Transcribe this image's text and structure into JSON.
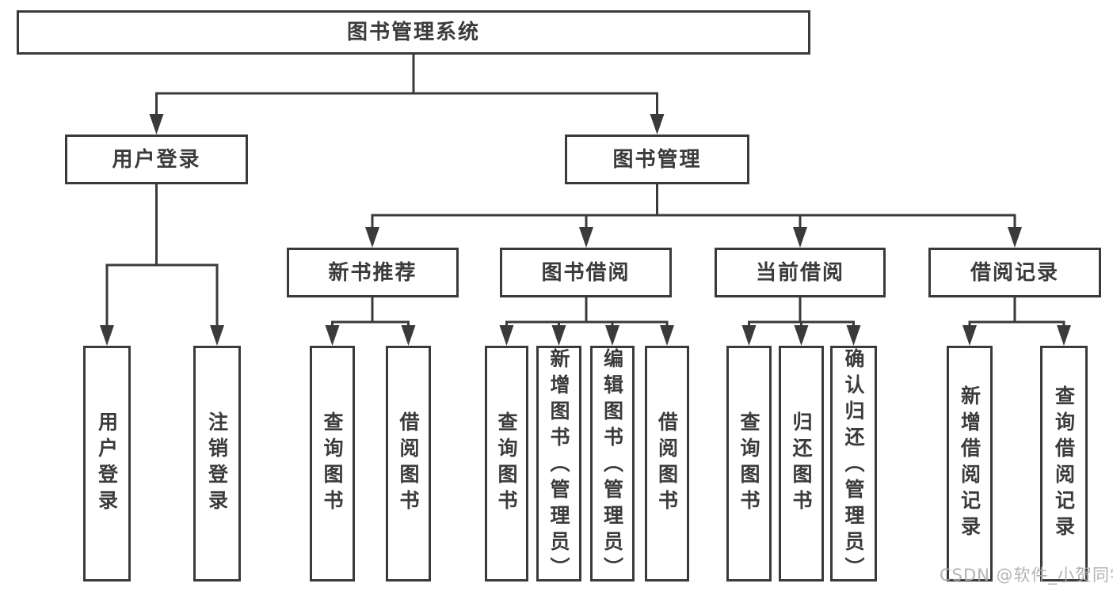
{
  "tree": {
    "root": {
      "label": "图书管理系统",
      "children": [
        {
          "label": "用户登录",
          "children": [
            {
              "label": "用户登录"
            },
            {
              "label": "注销登录"
            }
          ]
        },
        {
          "label": "图书管理",
          "children": [
            {
              "label": "新书推荐",
              "children": [
                {
                  "label": "查询图书"
                },
                {
                  "label": "借阅图书"
                }
              ]
            },
            {
              "label": "图书借阅",
              "children": [
                {
                  "label": "查询图书"
                },
                {
                  "label": "新增图书（管理员）"
                },
                {
                  "label": "编辑图书（管理员）"
                },
                {
                  "label": "借阅图书"
                }
              ]
            },
            {
              "label": "当前借阅",
              "children": [
                {
                  "label": "查询图书"
                },
                {
                  "label": "归还图书"
                },
                {
                  "label": "确认归还（管理员）"
                }
              ]
            },
            {
              "label": "借阅记录",
              "children": [
                {
                  "label": "新增借阅记录"
                },
                {
                  "label": "查询借阅记录"
                }
              ]
            }
          ]
        }
      ]
    }
  },
  "watermark": {
    "text": "CSDN @软件_小贺同学"
  },
  "colors": {
    "line": "#3a3a3a",
    "text": "#3b3b3b",
    "background": "#ffffff",
    "watermark": "#ababab"
  }
}
